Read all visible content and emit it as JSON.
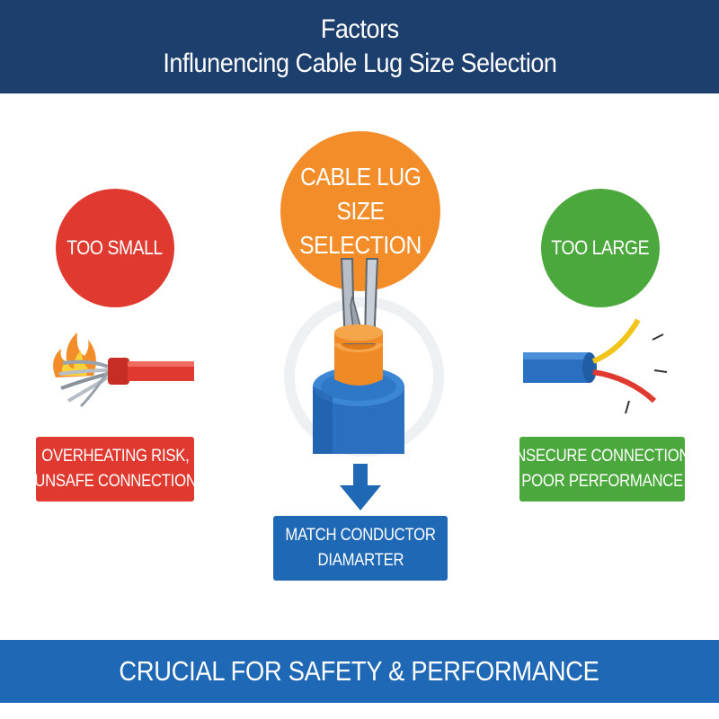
{
  "header": {
    "title_line1": "Factors",
    "title_line2": "Influnencing Cable Lug Size Selection"
  },
  "center": {
    "circle_line1": "CABLE LUG",
    "circle_line2": "SIZE SELECTION",
    "box_line1": "MATCH CONDUCTOR",
    "box_line2": "DIAMARTER"
  },
  "left": {
    "circle_label": "TOO SMALL",
    "box_line1": "OVERHEATING RISK,",
    "box_line2": "UNSAFE CONNECTION"
  },
  "right": {
    "circle_label": "TOO LARGE",
    "box_line1": "INSECURE CONNECTION,",
    "box_line2": "POOR PERFORMANCE"
  },
  "footer": {
    "text": "CRUCIAL FOR SAFETY & PERFORMANCE"
  },
  "colors": {
    "navy": "#1d3f6e",
    "blue": "#1e68b5",
    "red": "#e03a30",
    "green": "#4aa83c",
    "orange": "#f28d2a"
  },
  "icons": {
    "left": "overheating-cable-icon",
    "center": "cable-lug-icon",
    "right": "loose-cable-icon",
    "arrow": "arrow-down-icon"
  }
}
